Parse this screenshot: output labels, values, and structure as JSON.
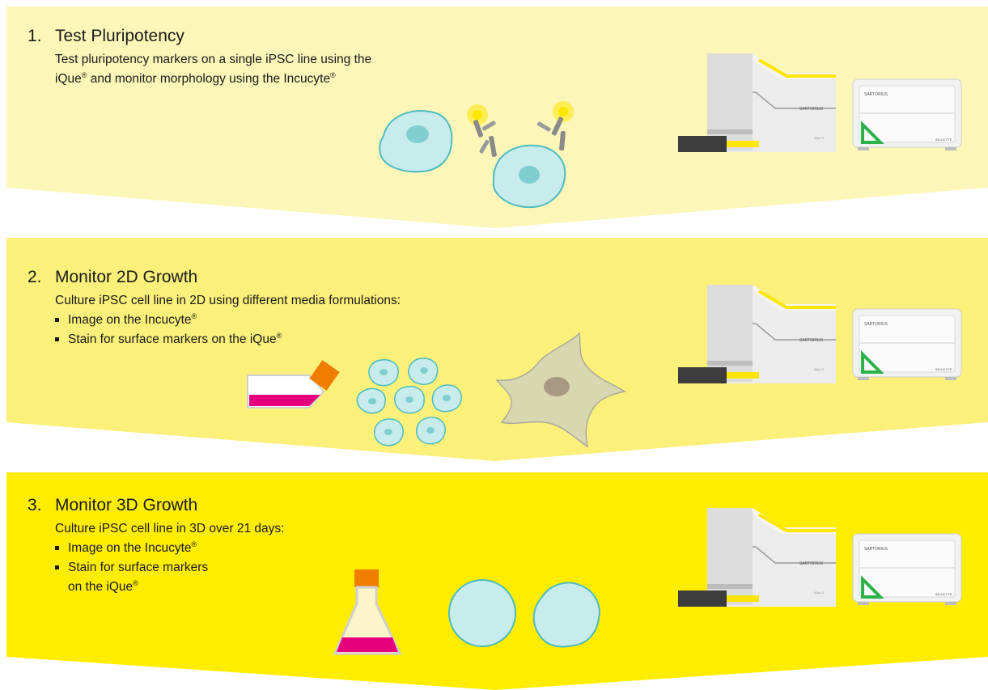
{
  "colors": {
    "band1": "#fcf7b8",
    "band2": "#fbf07a",
    "band3": "#ffed00",
    "cell_fill": "#c8ecec",
    "cell_stroke": "#4dbcc0",
    "media_pink": "#e6007e",
    "cap_orange": "#ef7d00",
    "instrument_yellow": "#ffe600",
    "incucyte_green": "#2bb34a"
  },
  "stages": [
    {
      "number": "1.",
      "title": "Test Pluripotency",
      "desc_line1": "Test pluripotency markers on a single iPSC line using the",
      "desc_line2_a": "iQue",
      "desc_line2_b": " and monitor morphology using the Incucyte",
      "reg": "®"
    },
    {
      "number": "2.",
      "title": "Monitor 2D Growth",
      "desc": "Culture iPSC cell line in 2D using different media formulations:",
      "bullets": [
        {
          "text": "Image on the Incucyte"
        },
        {
          "text": "Stain for surface markers on the iQue"
        }
      ],
      "reg": "®"
    },
    {
      "number": "3.",
      "title": "Monitor 3D Growth",
      "desc": "Culture iPSC cell line in 3D over 21 days:",
      "bullets": [
        {
          "text": "Image on the Incucyte"
        },
        {
          "text": "Stain for surface markers"
        }
      ],
      "bullet2_line2": "on the iQue",
      "reg": "®"
    }
  ],
  "instruments": {
    "ique_brand": "SARTORIUS",
    "ique_model": "iQue 3",
    "incucyte_brand": "SARTORIUS",
    "incucyte_model": "INCUCYTE"
  }
}
